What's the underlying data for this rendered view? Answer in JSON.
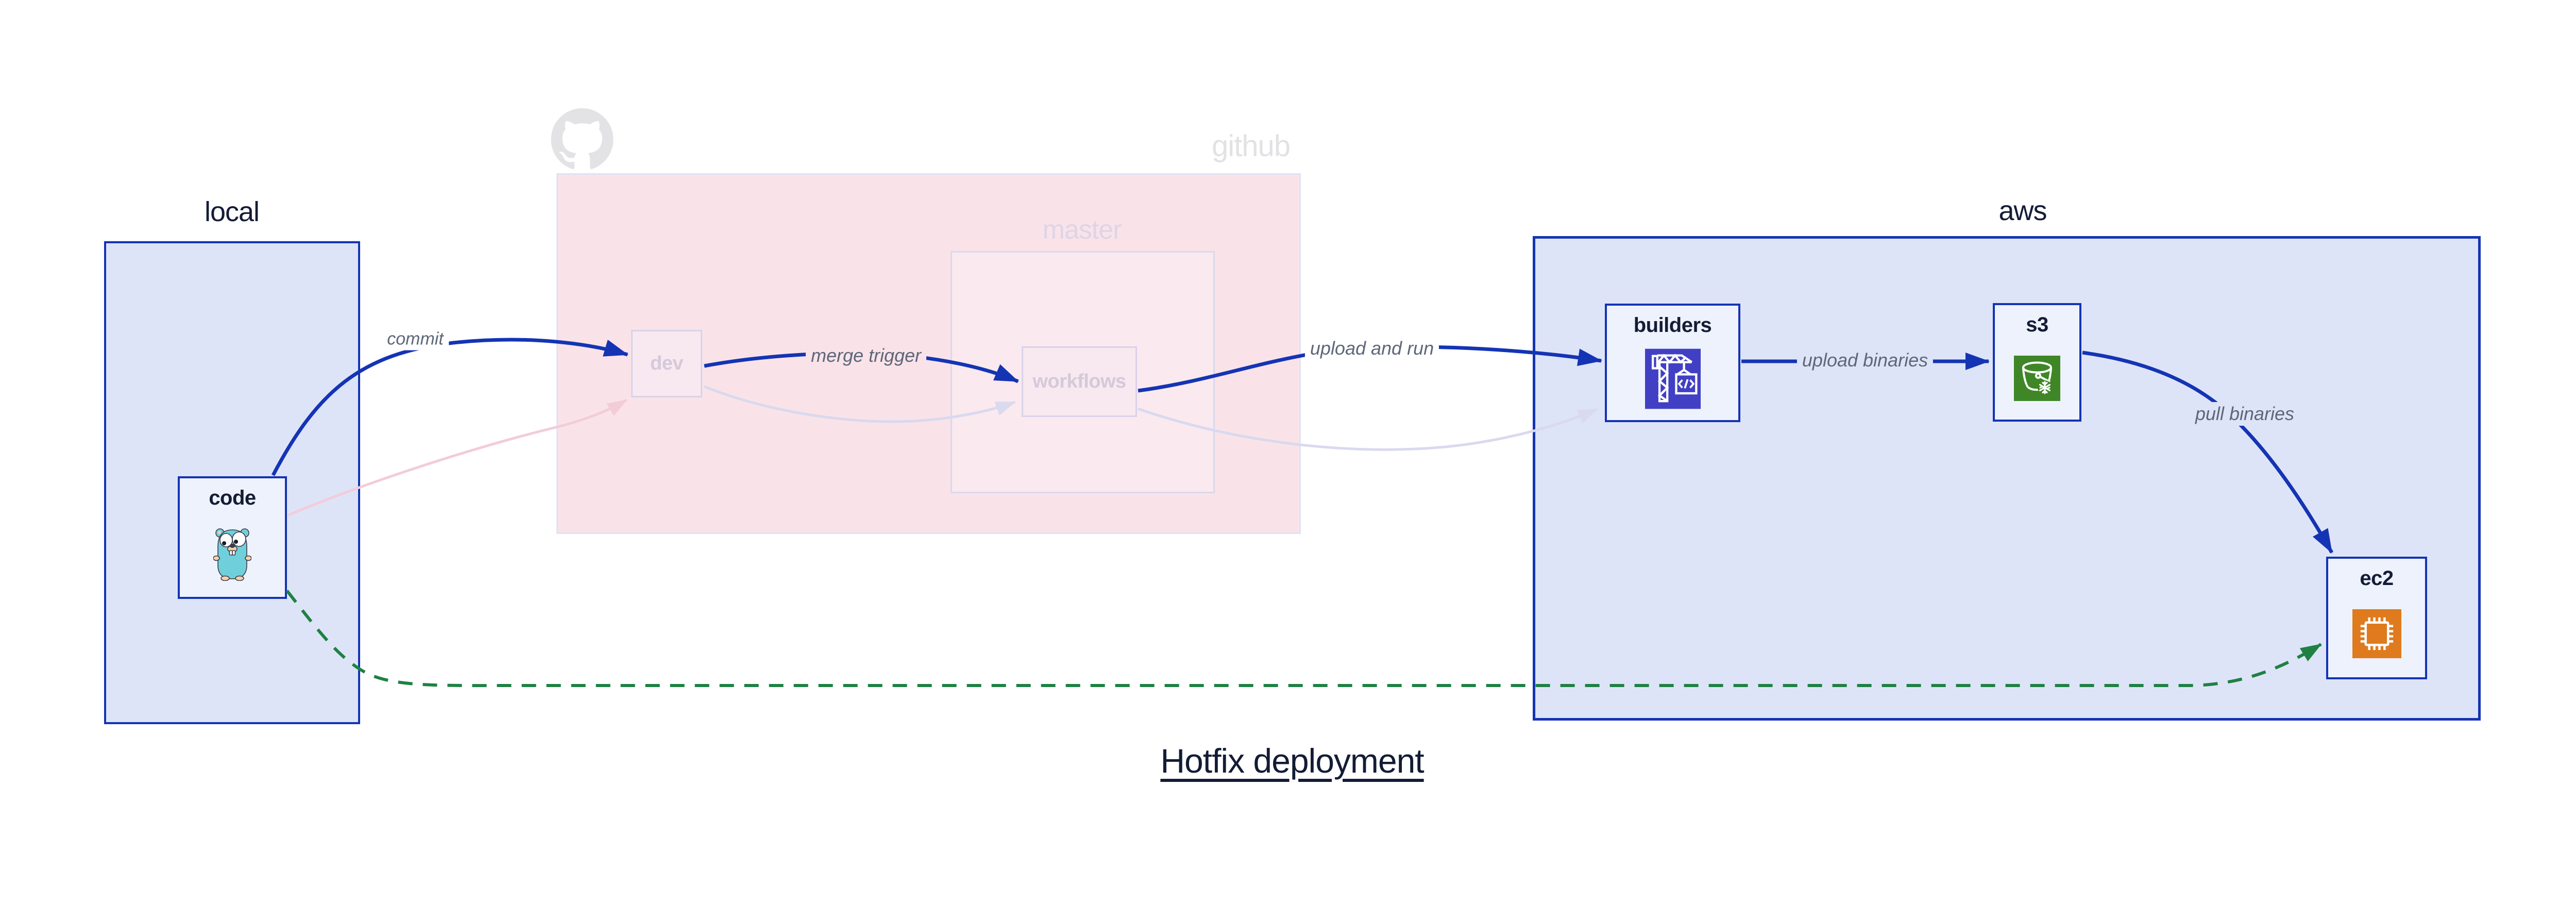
{
  "title": "Hotfix deployment",
  "regions": {
    "local": {
      "label": "local"
    },
    "github": {
      "label": "github",
      "watermark_icon": "github-octocat-icon",
      "branch_dev": {
        "label": "dev"
      },
      "branch_master": {
        "label": "master",
        "workflows": {
          "label": "workflows"
        }
      }
    },
    "aws": {
      "label": "aws"
    }
  },
  "nodes": {
    "code": {
      "label": "code",
      "icon": "go-gopher-icon"
    },
    "builders": {
      "label": "builders",
      "icon": "codebuild-crane-icon"
    },
    "s3": {
      "label": "s3",
      "icon": "s3-bucket-icon"
    },
    "ec2": {
      "label": "ec2",
      "icon": "ec2-chip-icon"
    }
  },
  "edges": [
    {
      "id": "commit",
      "from": "code",
      "to": "dev",
      "label": "commit",
      "style": "blue-solid"
    },
    {
      "id": "merge-trigger",
      "from": "dev",
      "to": "workflows",
      "label": "merge trigger",
      "style": "blue-solid"
    },
    {
      "id": "upload-and-run",
      "from": "workflows",
      "to": "builders",
      "label": "upload and run",
      "style": "blue-solid"
    },
    {
      "id": "upload-binaries",
      "from": "builders",
      "to": "s3",
      "label": "upload binaries",
      "style": "blue-solid"
    },
    {
      "id": "pull-binaries",
      "from": "s3",
      "to": "ec2",
      "label": "pull binaries",
      "style": "blue-solid"
    },
    {
      "id": "hotfix-path",
      "from": "code",
      "to": "ec2",
      "label": "",
      "style": "green-dashed"
    },
    {
      "id": "faded-code-dev",
      "from": "code",
      "to": "dev",
      "label": "",
      "style": "faded-pink"
    },
    {
      "id": "faded-dev-workflows",
      "from": "dev",
      "to": "workflows",
      "label": "",
      "style": "faded-lavender"
    },
    {
      "id": "faded-workflows-builders",
      "from": "workflows",
      "to": "builders",
      "label": "",
      "style": "faded-lavender"
    }
  ],
  "colors": {
    "accent_blue": "#1434b4",
    "dark_navy_text": "#141c36",
    "region_fill_blue": "#dee4f8",
    "node_fill": "#eef2fc",
    "github_pink_fill": "#f9e3e9",
    "faded_border": "#d9d2ea",
    "faded_label": "#d5c9da",
    "green_dashed": "#1e8143",
    "edge_label_gray": "#5e6779",
    "builders_icon_bg": "#4140c4",
    "s3_icon_bg": "#3f8627",
    "ec2_icon_bg": "#df7b1e",
    "octocat_gray": "#e3e3e6"
  }
}
